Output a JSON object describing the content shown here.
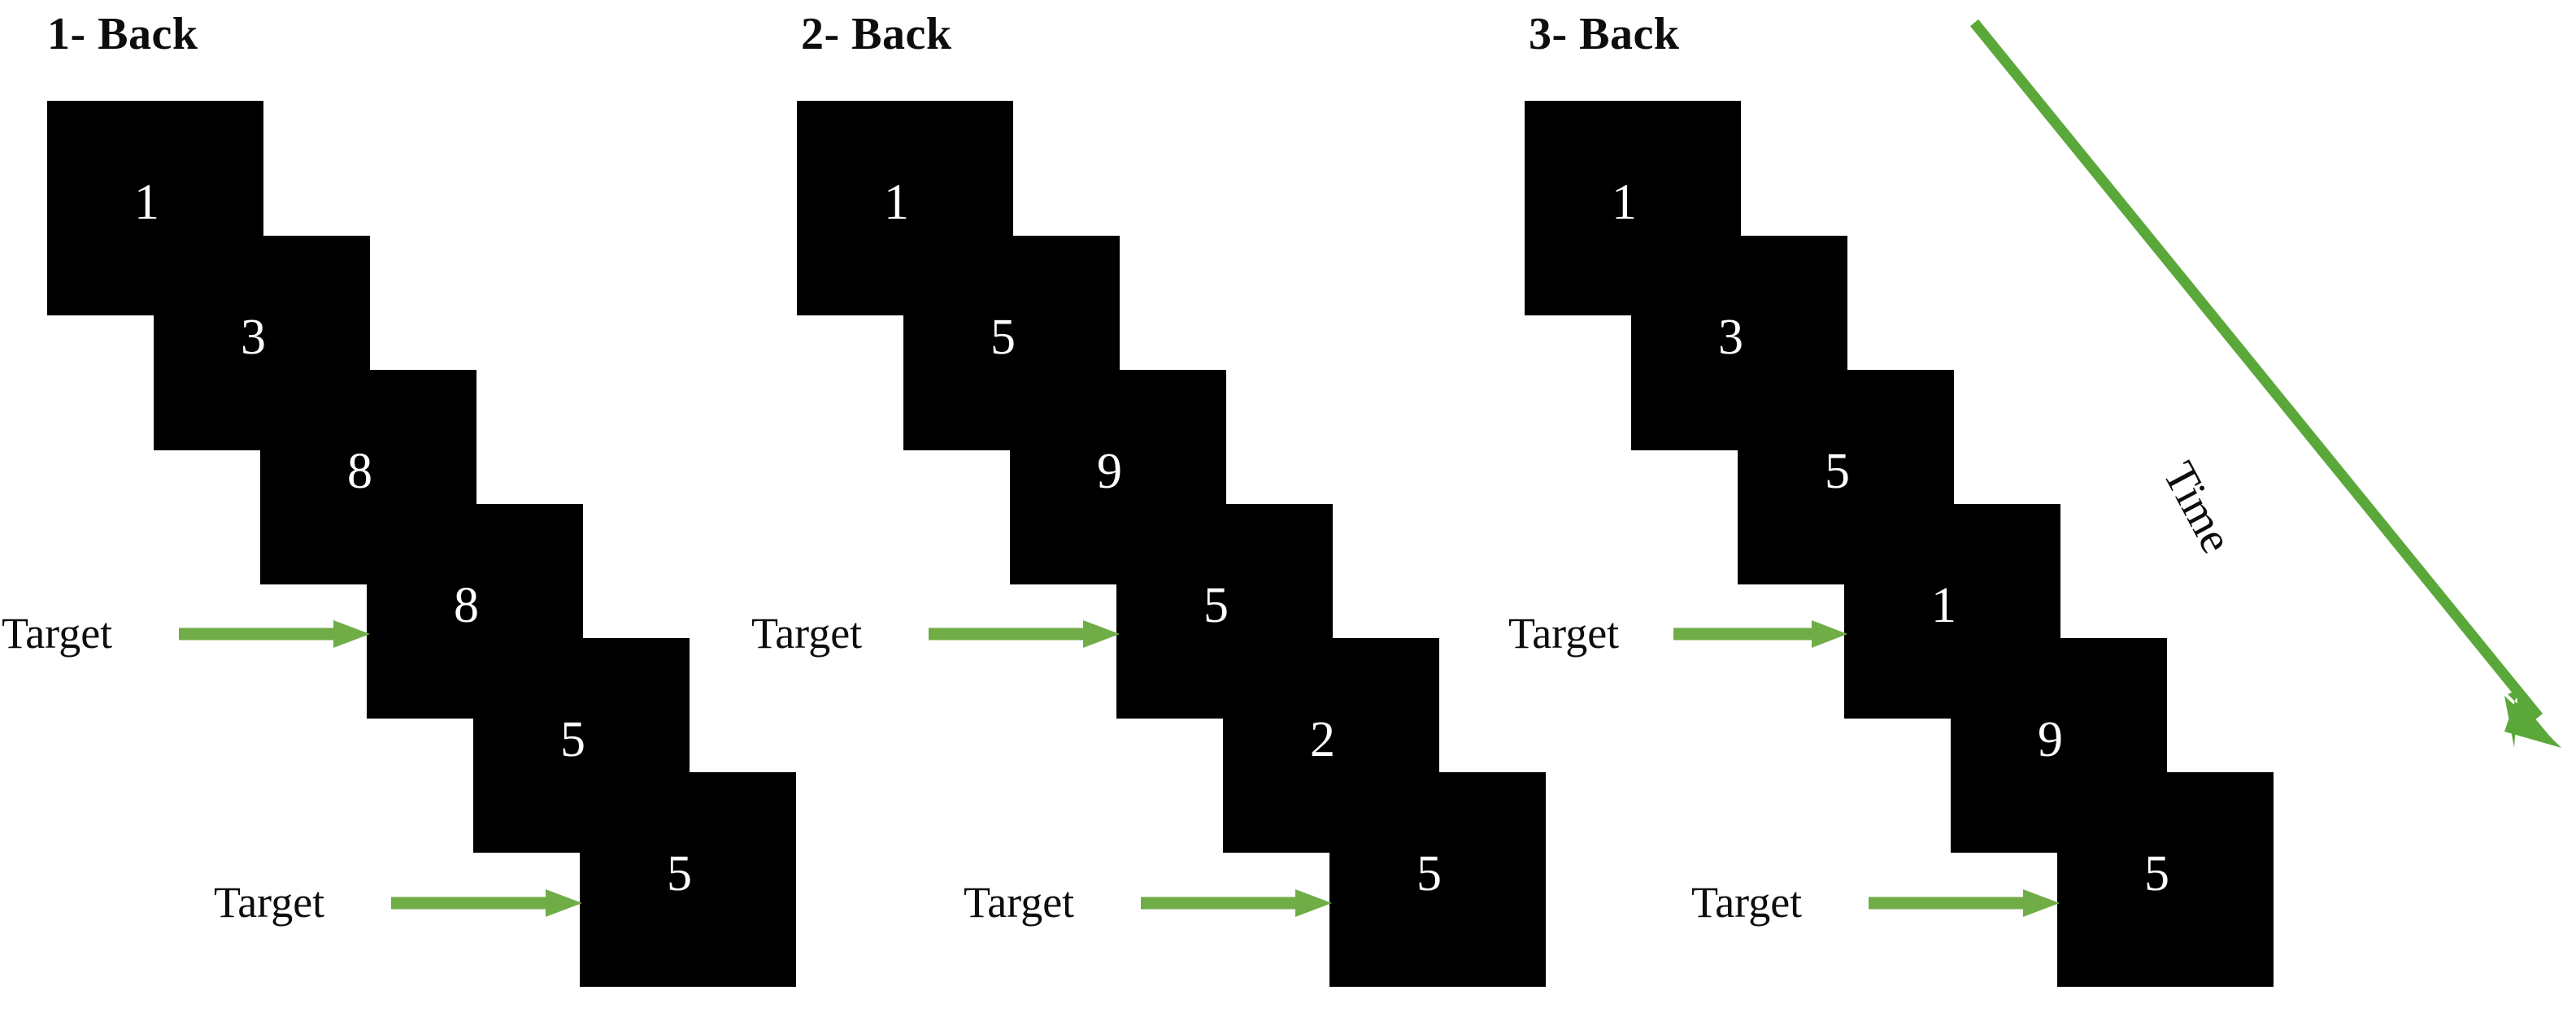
{
  "figure": {
    "title": "",
    "background_color": "#ffffff",
    "box_color": "#000000",
    "digit_color": "#ffffff",
    "accent_color": "#70AD47",
    "text_color": "#0d0d0d"
  },
  "time_axis": {
    "label": "Time",
    "icon": "diagonal-arrow-down-right",
    "color": "#5aa83a",
    "direction": "top-left to bottom-right"
  },
  "panels": [
    {
      "id": "one-back",
      "title": "1- Back",
      "sequence": [
        {
          "index": 1,
          "digit": "1",
          "is_target": false
        },
        {
          "index": 2,
          "digit": "3",
          "is_target": false
        },
        {
          "index": 3,
          "digit": "8",
          "is_target": false
        },
        {
          "index": 4,
          "digit": "8",
          "is_target": true,
          "target_label": "Target"
        },
        {
          "index": 5,
          "digit": "5",
          "is_target": false
        },
        {
          "index": 6,
          "digit": "5",
          "is_target": true,
          "target_label": "Target"
        }
      ]
    },
    {
      "id": "two-back",
      "title": "2- Back",
      "sequence": [
        {
          "index": 1,
          "digit": "1",
          "is_target": false
        },
        {
          "index": 2,
          "digit": "5",
          "is_target": false
        },
        {
          "index": 3,
          "digit": "9",
          "is_target": false
        },
        {
          "index": 4,
          "digit": "5",
          "is_target": true,
          "target_label": "Target"
        },
        {
          "index": 5,
          "digit": "2",
          "is_target": false
        },
        {
          "index": 6,
          "digit": "5",
          "is_target": true,
          "target_label": "Target"
        }
      ]
    },
    {
      "id": "three-back",
      "title": "3- Back",
      "sequence": [
        {
          "index": 1,
          "digit": "1",
          "is_target": false
        },
        {
          "index": 2,
          "digit": "3",
          "is_target": false
        },
        {
          "index": 3,
          "digit": "5",
          "is_target": false
        },
        {
          "index": 4,
          "digit": "1",
          "is_target": true,
          "target_label": "Target"
        },
        {
          "index": 5,
          "digit": "9",
          "is_target": false
        },
        {
          "index": 6,
          "digit": "5",
          "is_target": true,
          "target_label": "Target"
        }
      ]
    }
  ]
}
